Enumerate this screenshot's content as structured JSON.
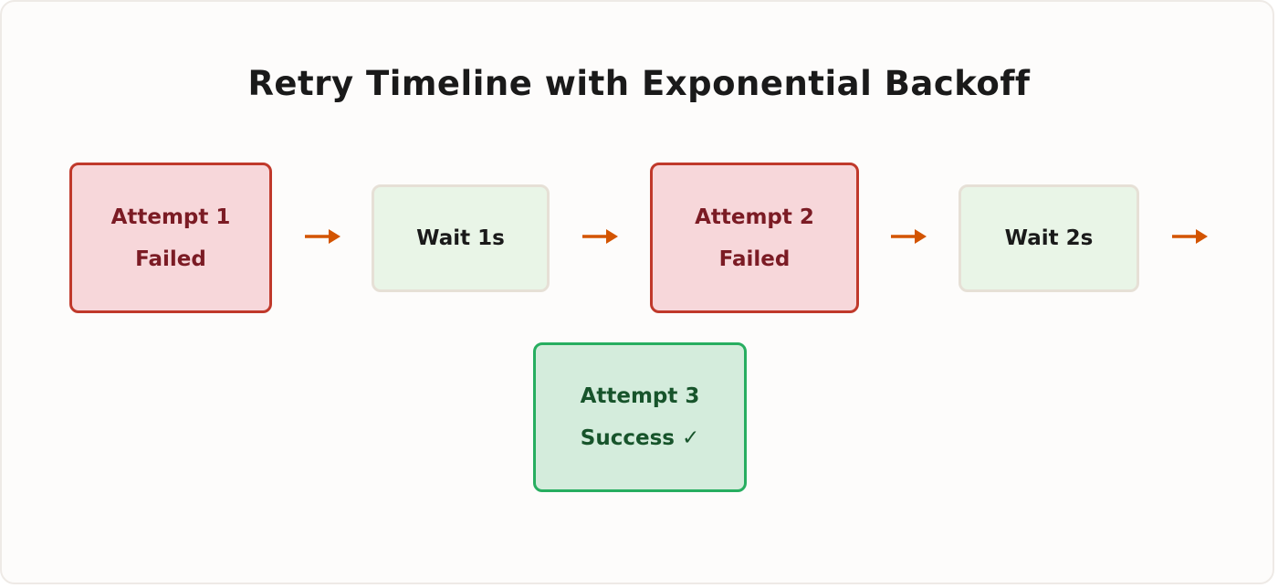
{
  "title": "Retry Timeline with Exponential Backoff",
  "colors": {
    "failed_fill": "#f7d7da",
    "failed_border": "#c0392b",
    "failed_text": "#7b1b24",
    "wait_fill": "#e9f5e7",
    "wait_border": "#e6e0d6",
    "success_fill": "#d4ecdc",
    "success_border": "#27ae60",
    "success_text": "#17542b",
    "arrow": "#d35400"
  },
  "nodes": [
    {
      "line1": "Attempt 1",
      "line2": "Failed",
      "status": "failed"
    },
    {
      "line1": "Wait 1s",
      "status": "wait"
    },
    {
      "line1": "Attempt 2",
      "line2": "Failed",
      "status": "failed"
    },
    {
      "line1": "Wait 2s",
      "status": "wait"
    },
    {
      "line1": "Attempt 3",
      "line2": "Success ✓",
      "status": "success"
    }
  ],
  "arrow_icon": "arrow-right-icon"
}
